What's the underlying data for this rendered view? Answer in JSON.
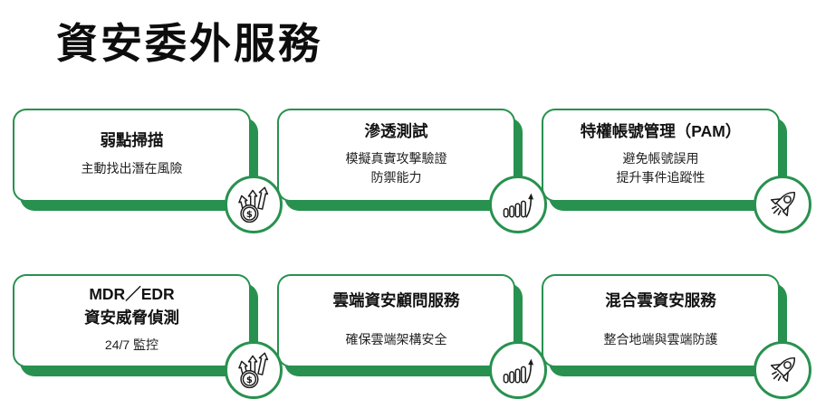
{
  "page": {
    "title": "資安委外服務",
    "colors": {
      "accent_green": "#28914F",
      "text_black": "#121212",
      "background": "#ffffff"
    }
  },
  "cards": [
    {
      "id": "vulnerability-scanning",
      "title_lines": [
        "弱點掃描"
      ],
      "description": [
        "主動找出潛在風險"
      ],
      "icon": "money-growth-icon"
    },
    {
      "id": "penetration-testing",
      "title_lines": [
        "滲透測試"
      ],
      "description": [
        "模擬真實攻擊驗證",
        "防禦能力"
      ],
      "icon": "growth-chart-icon"
    },
    {
      "id": "privileged-account-management",
      "title_lines": [
        "特權帳號管理（PAM）"
      ],
      "description": [
        "避免帳號誤用",
        "提升事件追蹤性"
      ],
      "icon": "rocket-icon"
    },
    {
      "id": "mdr-edr-threat-detection",
      "title_lines": [
        "MDR／EDR",
        "資安威脅偵測"
      ],
      "description": [
        "24/7 監控"
      ],
      "icon": "money-growth-icon"
    },
    {
      "id": "cloud-security-consulting",
      "title_lines": [
        "雲端資安顧問服務"
      ],
      "description": [
        "確保雲端架構安全"
      ],
      "icon": "growth-chart-icon"
    },
    {
      "id": "hybrid-cloud-security",
      "title_lines": [
        "混合雲資安服務"
      ],
      "description": [
        "整合地端與雲端防護"
      ],
      "icon": "rocket-icon"
    }
  ]
}
